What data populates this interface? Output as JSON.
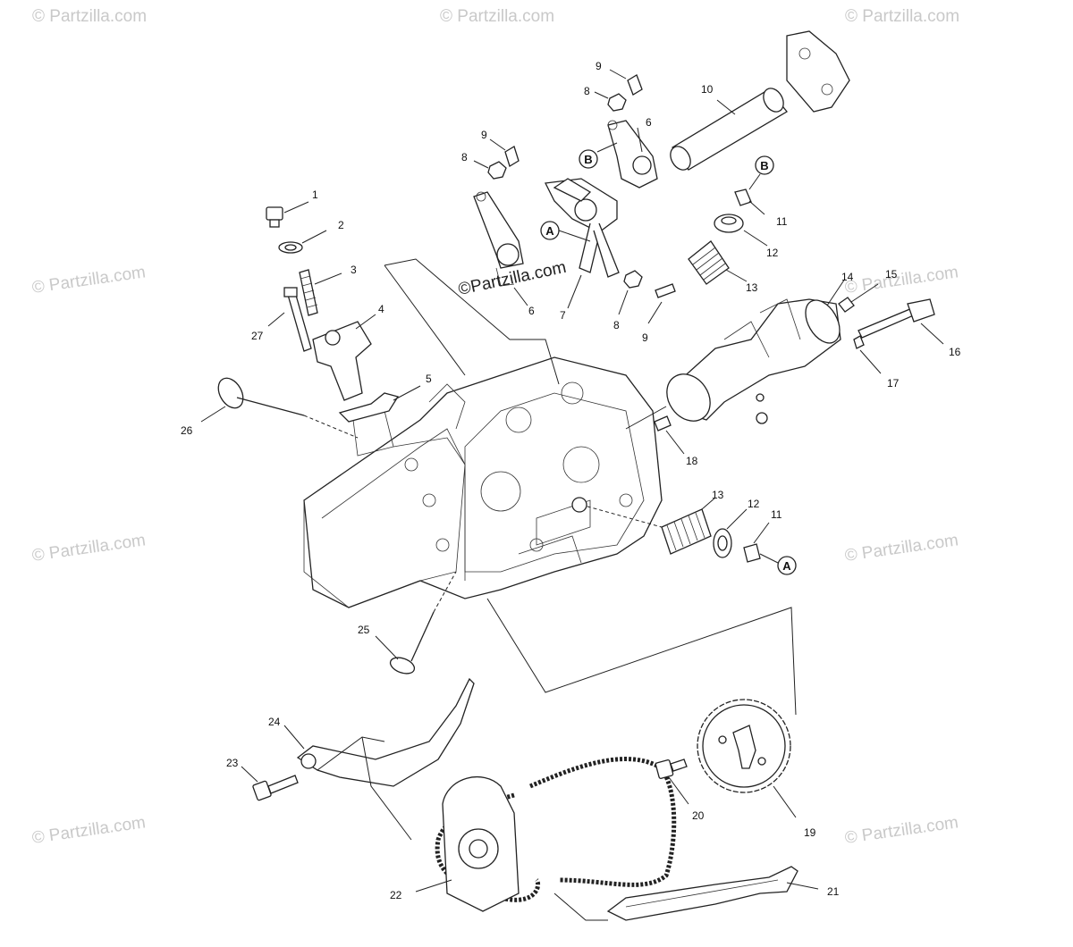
{
  "watermarks": [
    "© Partzilla.com",
    "© Partzilla.com",
    "© Partzilla.com",
    "© Partzilla.com",
    "© Partzilla.com",
    "© Partzilla.com",
    "© Partzilla.com",
    "© Partzilla.com",
    "© Partzilla.com"
  ],
  "center_watermark": "©Partzilla.com",
  "callouts": [
    "1",
    "2",
    "3",
    "4",
    "5",
    "6",
    "6",
    "7",
    "8",
    "8",
    "8",
    "9",
    "9",
    "9",
    "10",
    "11",
    "11",
    "12",
    "12",
    "13",
    "13",
    "14",
    "15",
    "16",
    "17",
    "18",
    "19",
    "20",
    "21",
    "22",
    "23",
    "24",
    "25",
    "26",
    "27"
  ],
  "reference_markers": [
    "A",
    "A",
    "B",
    "B"
  ]
}
